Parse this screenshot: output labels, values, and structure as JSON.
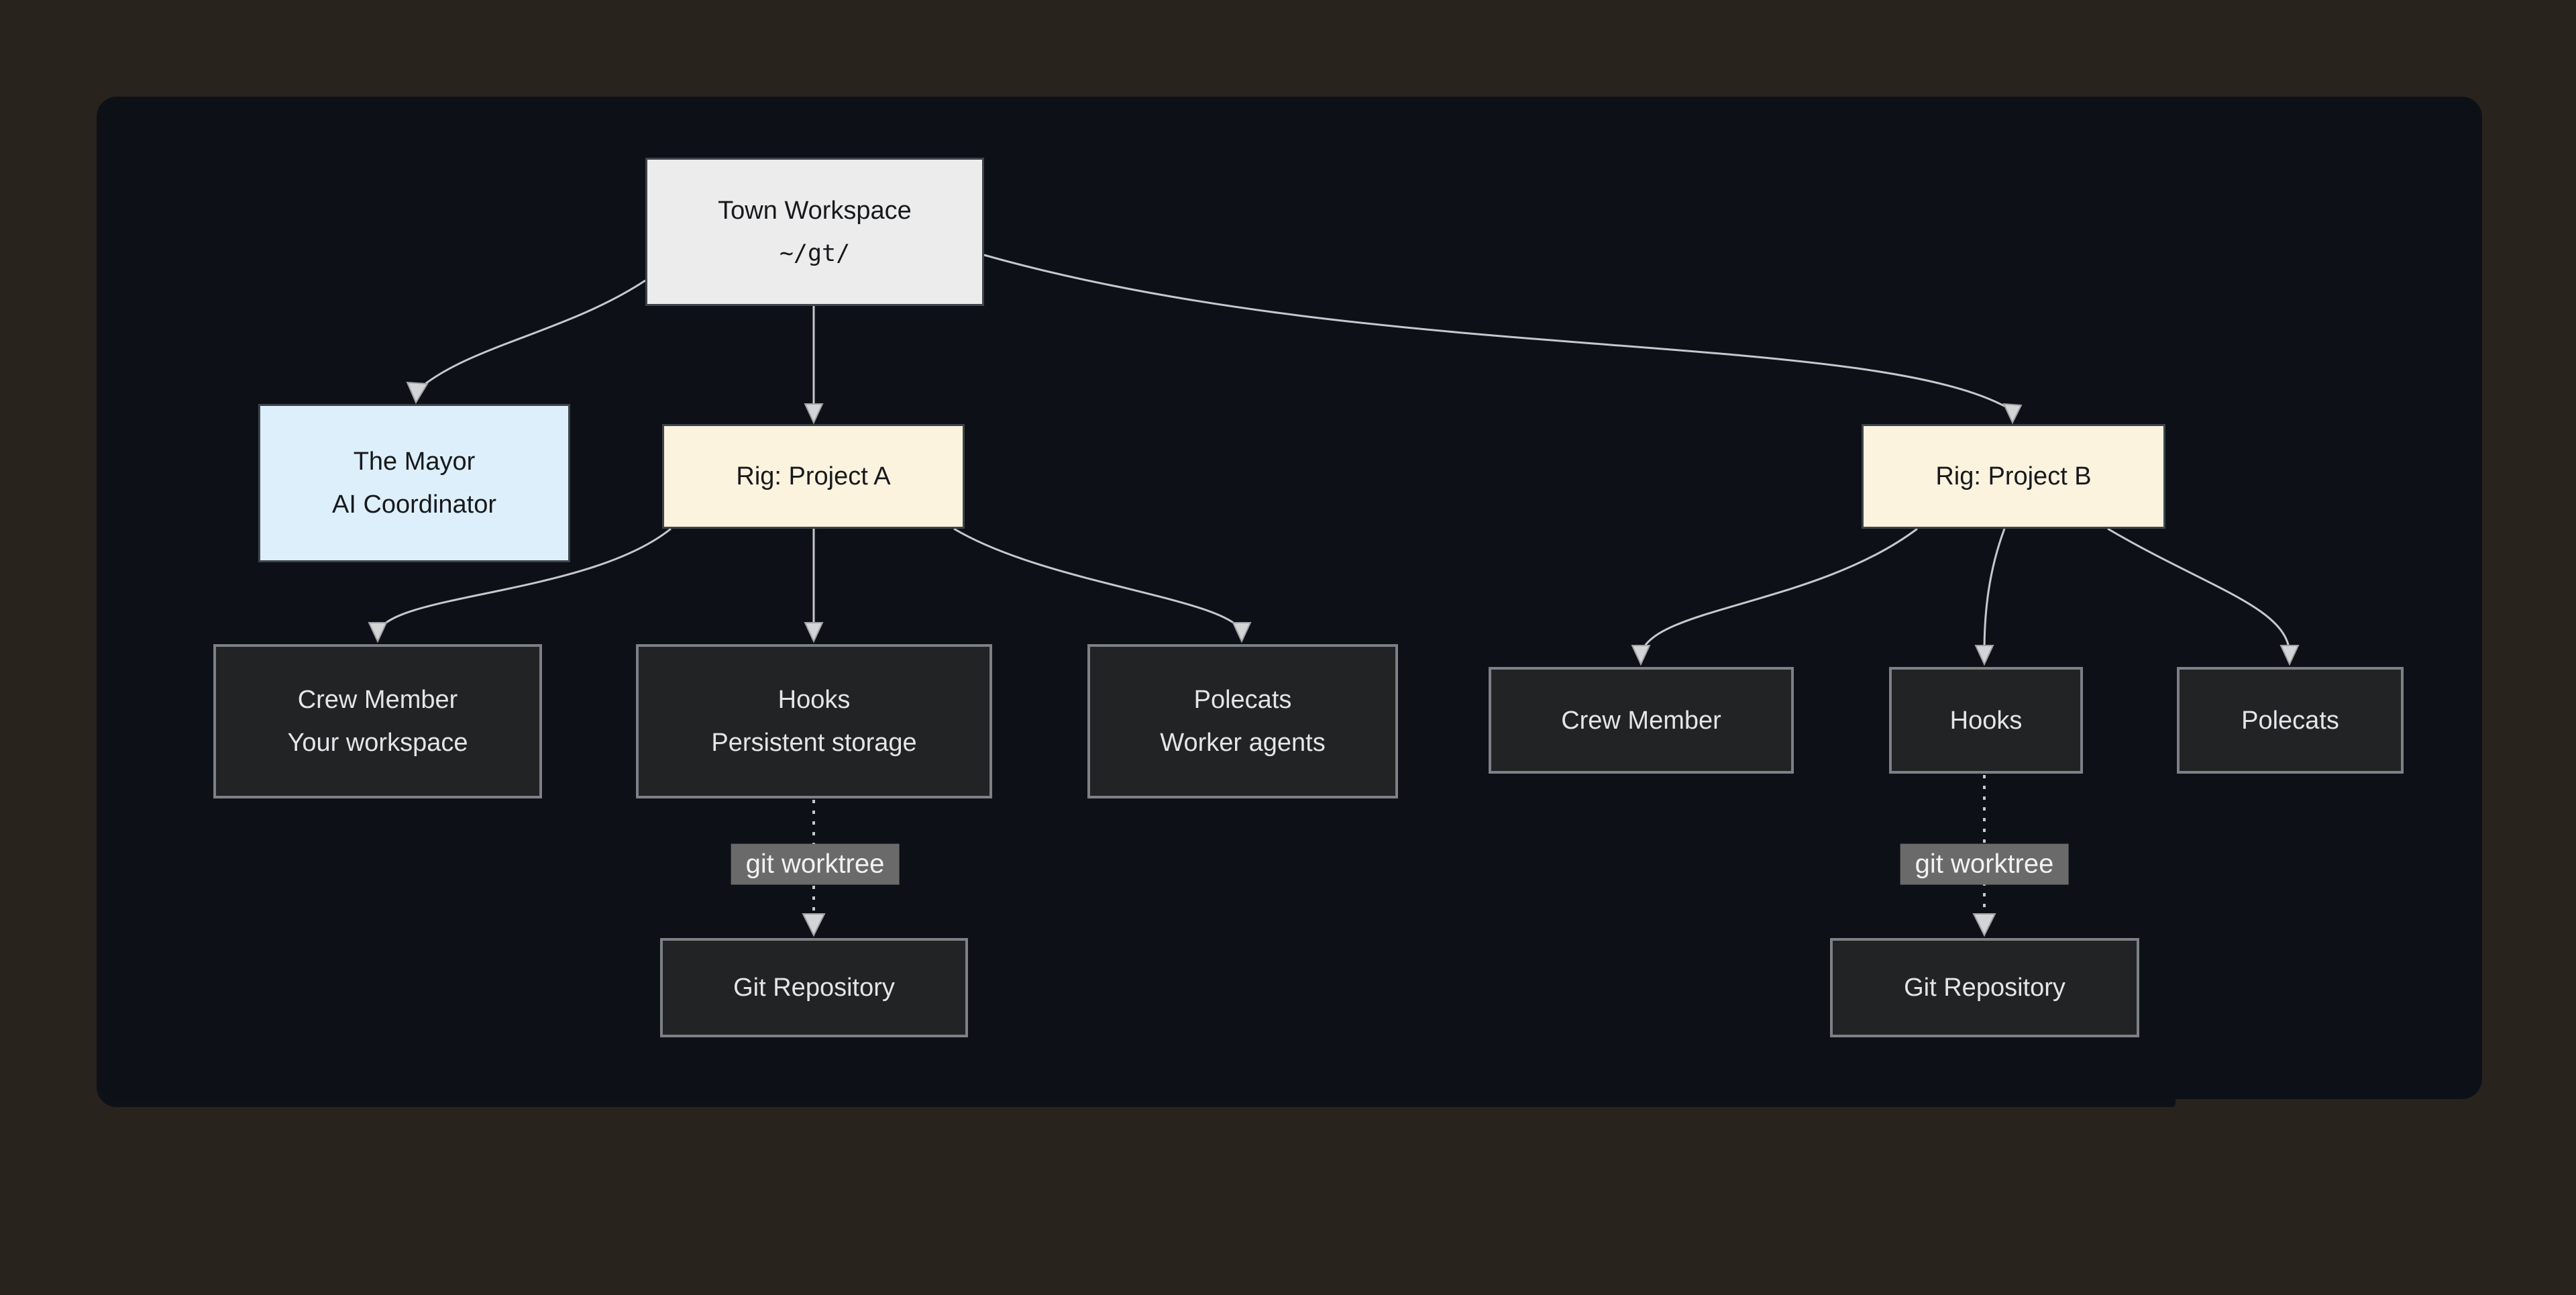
{
  "diagram": {
    "title_hint": "Town Workspace hierarchy diagram",
    "nodes": {
      "town": {
        "title": "Town Workspace",
        "subtitle": "~/gt/"
      },
      "mayor": {
        "title": "The Mayor",
        "subtitle": "AI Coordinator"
      },
      "rig_a": {
        "title": "Rig: Project A"
      },
      "rig_b": {
        "title": "Rig: Project B"
      },
      "crew_a": {
        "title": "Crew Member",
        "subtitle": "Your workspace"
      },
      "hooks_a": {
        "title": "Hooks",
        "subtitle": "Persistent storage"
      },
      "polecats_a": {
        "title": "Polecats",
        "subtitle": "Worker agents"
      },
      "crew_b": {
        "title": "Crew Member"
      },
      "hooks_b": {
        "title": "Hooks"
      },
      "polecats_b": {
        "title": "Polecats"
      },
      "git_repo_a": {
        "title": "Git Repository"
      },
      "git_repo_b": {
        "title": "Git Repository"
      }
    },
    "edge_labels": {
      "worktree_a": "git worktree",
      "worktree_b": "git worktree"
    },
    "colors": {
      "outer_background": "#29231e",
      "panel_background": "#0d1117",
      "workspace_fill": "#ececec",
      "mayor_fill": "#ddeffb",
      "rig_fill": "#fcf3de",
      "dark_node_fill": "#212325",
      "dark_node_border": "#7d8084",
      "light_node_border": "#3e444b",
      "edge_line": "#c6c8ca",
      "edge_label_background": "#6a6a6a"
    }
  }
}
